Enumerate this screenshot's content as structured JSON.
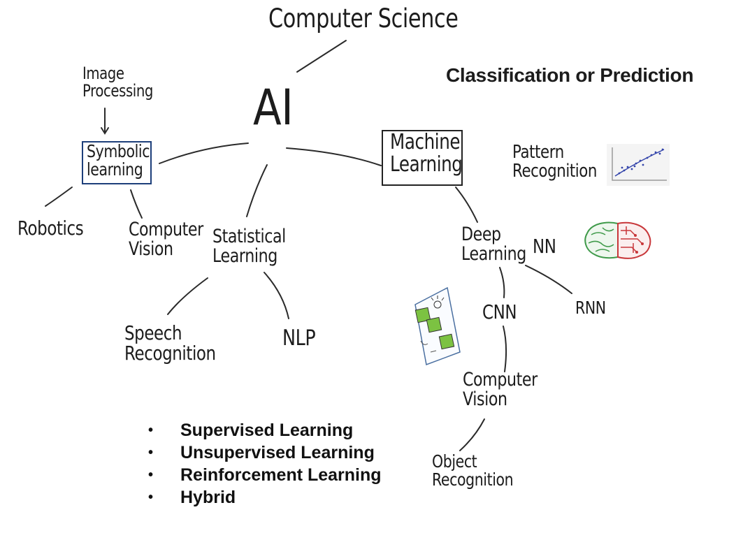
{
  "nodes": {
    "computer_science": "Computer Science",
    "ai": "AI",
    "image_processing": [
      "Image",
      "Processing"
    ],
    "symbolic_learning": [
      "Symbolic",
      "learning"
    ],
    "machine_learning": [
      "Machine",
      "Learning"
    ],
    "robotics": "Robotics",
    "computer_vision_left": [
      "Computer",
      "Vision"
    ],
    "statistical_learning": [
      "Statistical",
      "Learning"
    ],
    "speech_recognition": [
      "Speech",
      "Recognition"
    ],
    "nlp": "NLP",
    "deep_learning": [
      "Deep",
      "Learning"
    ],
    "nn": "NN",
    "rnn": "RNN",
    "cnn": "CNN",
    "computer_vision_right": [
      "Computer",
      "Vision"
    ],
    "object_recognition": [
      "Object",
      "Recognition"
    ],
    "pattern_recognition": [
      "Pattern",
      "Recognition"
    ]
  },
  "heading": "Classification or Prediction",
  "bullets": [
    "Supervised Learning",
    "Unsupervised Learning",
    "Reinforcement Learning",
    "Hybrid"
  ],
  "bullet_glyph": "•",
  "colors": {
    "ink": "#1c1c1c",
    "symbolic_box": "#1d3f7a",
    "brain_green": "#3f9a4a",
    "brain_red": "#c8373a",
    "sketch_green": "#7cc242",
    "scatter_blue": "#3344aa"
  },
  "icons": [
    "scatter-plot-icon",
    "brain-circuit-icon",
    "cnn-sketch-icon"
  ]
}
